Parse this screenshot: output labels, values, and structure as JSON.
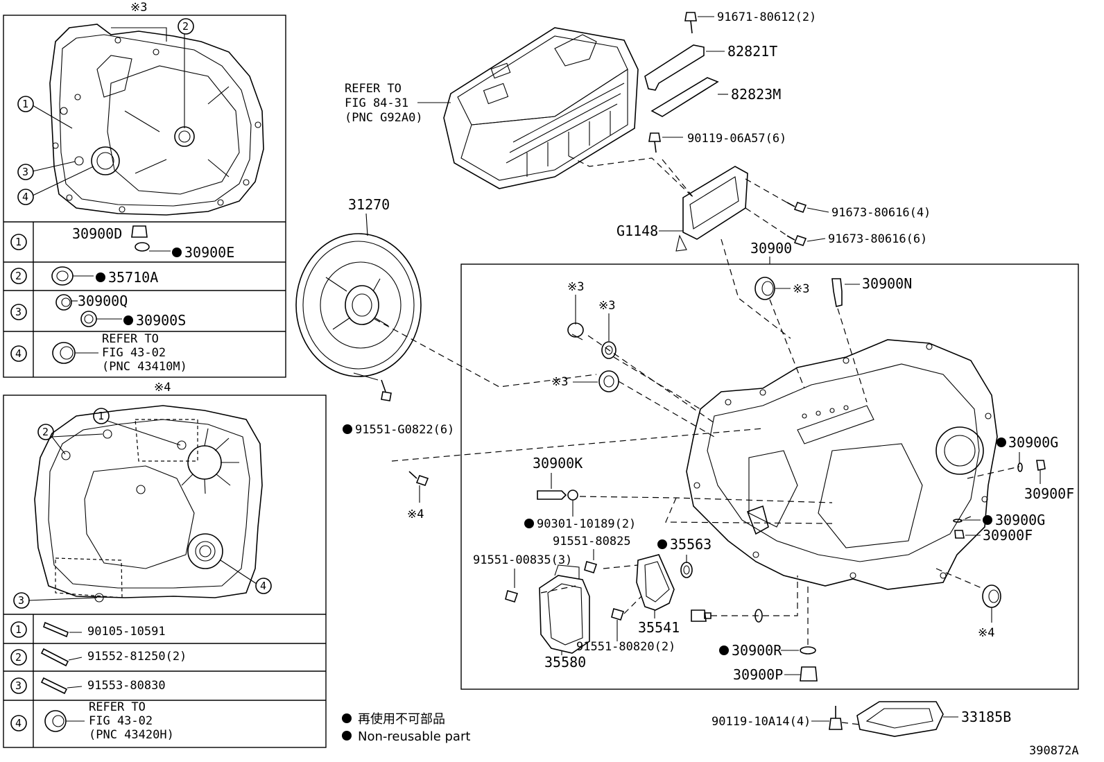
{
  "figure_id": "390872A",
  "legend": {
    "line1": "再使用不可部品",
    "line2": "Non-reusable part"
  },
  "panel_a": {
    "mark": "※3",
    "callouts": [
      "1",
      "2",
      "3",
      "4"
    ],
    "rows": [
      {
        "num": "1",
        "parts": [
          "30900D",
          "30900E"
        ]
      },
      {
        "num": "2",
        "parts": [
          "35710A"
        ]
      },
      {
        "num": "3",
        "parts": [
          "30900Q",
          "30900S"
        ]
      },
      {
        "num": "4",
        "refer": [
          "REFER TO",
          "FIG 43-02",
          "(PNC 43410M)"
        ]
      }
    ]
  },
  "panel_b": {
    "mark": "※4",
    "callouts": [
      "1",
      "2",
      "3",
      "4"
    ],
    "rows": [
      {
        "num": "1",
        "part": "90105-10591"
      },
      {
        "num": "2",
        "part": "91552-81250(2)"
      },
      {
        "num": "3",
        "part": "91553-80830"
      },
      {
        "num": "4",
        "refer": [
          "REFER TO",
          "FIG 43-02",
          "(PNC 43420H)"
        ]
      }
    ]
  },
  "inverter_ref": [
    "REFER TO",
    "FIG 84-31",
    "(PNC G92A0)"
  ],
  "labels": {
    "p91671": "91671-80612(2)",
    "p82821T": "82821T",
    "p82823M": "82823M",
    "p90119a": "90119-06A57(6)",
    "p91673a": "91673-80616(4)",
    "p91673b": "91673-80616(6)",
    "pG1148": "G1148",
    "p31270": "31270",
    "p30900": "30900",
    "p30900N": "30900N",
    "p91551g": "91551-G0822(6)",
    "p30900K": "30900K",
    "p90301": "90301-10189(2)",
    "p91551_80825": "91551-80825",
    "p35563": "35563",
    "p91551_00835": "91551-00835(3)",
    "p35541": "35541",
    "p35580": "35580",
    "p91551_80820": "91551-80820(2)",
    "p30900G1": "30900G",
    "p30900F1": "30900F",
    "p30900G2": "30900G",
    "p30900F2": "30900F",
    "p30900R": "30900R",
    "p30900P": "30900P",
    "p90119b": "90119-10A14(4)",
    "p33185B": "33185B",
    "mark3a": "※3",
    "mark3b": "※3",
    "mark3c": "※3",
    "mark3d": "※3",
    "mark4a": "※4",
    "mark4b": "※4"
  }
}
